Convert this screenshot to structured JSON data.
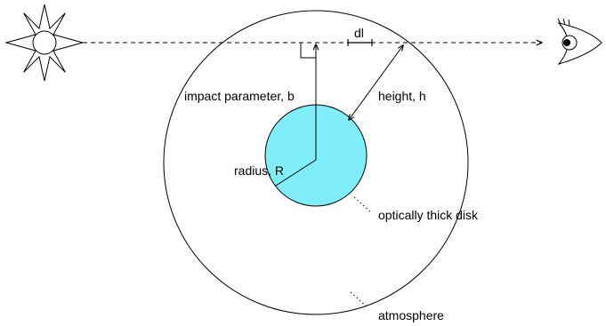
{
  "labels": {
    "dl": "dl",
    "impact_parameter": "impact parameter, b",
    "height": "height, h",
    "radius": "radius, R",
    "disk": "optically thick disk",
    "atmosphere": "atmosphere"
  },
  "icons": {
    "source": "sun-icon",
    "observer": "eye-icon"
  },
  "colors": {
    "disk_fill": "#80eef8",
    "line": "#000000",
    "background": "#ffffff"
  }
}
